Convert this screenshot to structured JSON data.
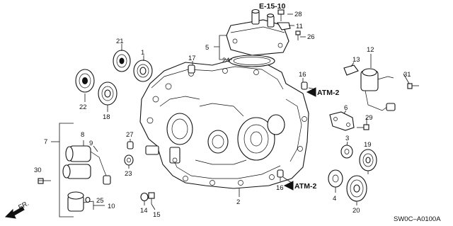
{
  "diagram": {
    "refs": {
      "e15_10": "E-15-10",
      "atm2_top": "ATM-2",
      "atm2_bottom": "ATM-2"
    },
    "fr_label": "FR.",
    "code": "SW0C–A0100A",
    "callouts": {
      "c1": "1",
      "c2": "2",
      "c3": "3",
      "c4": "4",
      "c5": "5",
      "c6": "6",
      "c7": "7",
      "c8": "8",
      "c9": "9",
      "c10": "10",
      "c11": "11",
      "c12": "12",
      "c13": "13",
      "c14": "14",
      "c15": "15",
      "c16a": "16",
      "c16b": "16",
      "c17": "17",
      "c18": "18",
      "c19": "19",
      "c20": "20",
      "c21": "21",
      "c22": "22",
      "c23": "23",
      "c24": "24",
      "c25": "25",
      "c26": "26",
      "c27": "27",
      "c28": "28",
      "c29": "29",
      "c30": "30",
      "c31": "31"
    }
  }
}
